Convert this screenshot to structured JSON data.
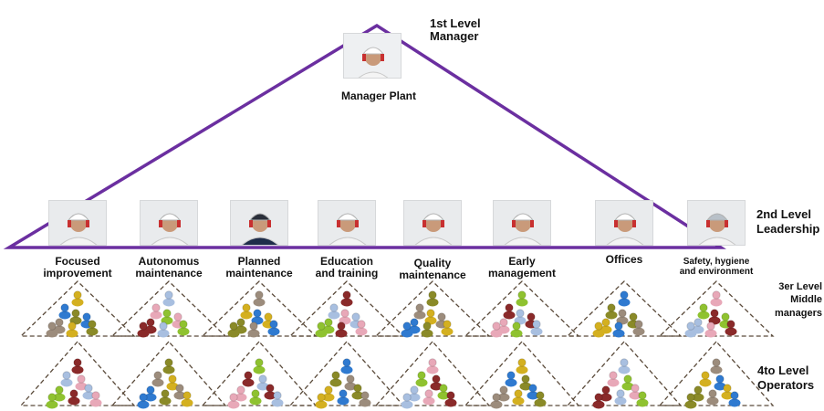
{
  "levels": {
    "level1": "1st Level\nManager",
    "level2": "2nd Level\nLeadership",
    "level3": "3er Level\nMiddle\nmanagers",
    "level4": "4to Level\nOperators"
  },
  "manager": {
    "label": "Manager Plant",
    "photo_icon": "manager-photo"
  },
  "pillars": [
    {
      "label": "Focused\nimprovement"
    },
    {
      "label": "Autonomus\nmaintenance"
    },
    {
      "label": "Planned\nmaintenance"
    },
    {
      "label": "Education\nand training"
    },
    {
      "label": "Quality\nmaintenance"
    },
    {
      "label": "Early\nmanagement"
    },
    {
      "label": "Offices"
    },
    {
      "label": "Safety, hygiene\nand environment"
    }
  ],
  "colors": {
    "pyramid_line": "#6b2fa0",
    "dashed_line": "#5a4a3a",
    "people": [
      "#d4b020",
      "#8a2a2a",
      "#2f7ad0",
      "#a8bfe0",
      "#8a8a28",
      "#e8a8b8",
      "#9c8c7c",
      "#8fc230"
    ]
  }
}
